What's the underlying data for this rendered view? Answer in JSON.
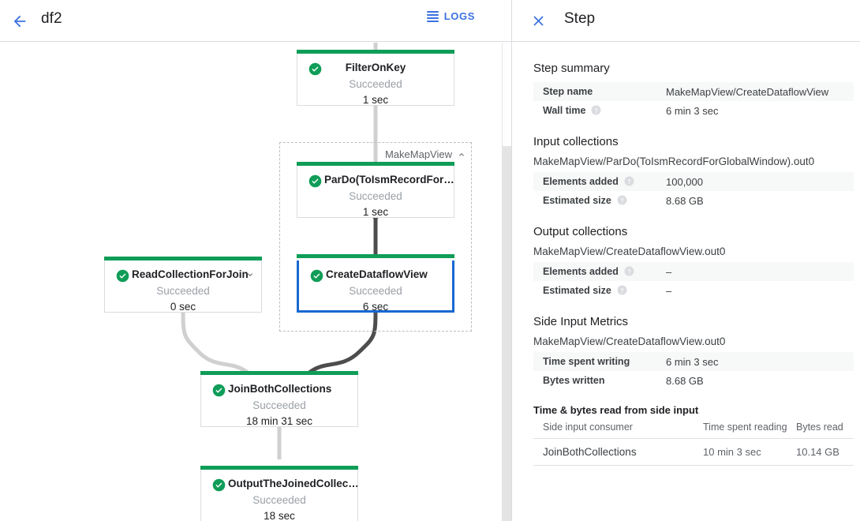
{
  "graph": {
    "header": {
      "back_icon": "arrow-left-icon",
      "job_title": "df2",
      "logs_label": "LOGS",
      "logs_icon": "logs-list-icon"
    },
    "composite": {
      "label": "MakeMapView",
      "chevron": "chevron-up-icon"
    },
    "nodes": [
      {
        "id": "filter-on-key",
        "title": "FilterOnKey",
        "status": "Succeeded",
        "duration": "1 sec",
        "status_icon": "check-circle-icon",
        "selected": false,
        "expandable": false
      },
      {
        "id": "pardo-toismrecordfor",
        "title": "ParDo(ToIsmRecordFor…",
        "status": "Succeeded",
        "duration": "1 sec",
        "status_icon": "check-circle-icon",
        "selected": false,
        "expandable": false
      },
      {
        "id": "create-dataflow-view",
        "title": "CreateDataflowView",
        "status": "Succeeded",
        "duration": "6 sec",
        "status_icon": "check-circle-icon",
        "selected": true,
        "expandable": false
      },
      {
        "id": "read-collection-for-join",
        "title": "ReadCollectionForJoin",
        "status": "Succeeded",
        "duration": "0 sec",
        "status_icon": "check-circle-icon",
        "selected": false,
        "expandable": true,
        "chevron": "chevron-down-icon"
      },
      {
        "id": "join-both-collections",
        "title": "JoinBothCollections",
        "status": "Succeeded",
        "duration": "18 min 31 sec",
        "status_icon": "check-circle-icon",
        "selected": false,
        "expandable": false
      },
      {
        "id": "output-the-joined-collec",
        "title": "OutputTheJoinedCollec…",
        "status": "Succeeded",
        "duration": "18 sec",
        "status_icon": "check-circle-icon",
        "selected": false,
        "expandable": false
      }
    ],
    "colors": {
      "success_bar": "#0f9d58",
      "selected_border": "#1967d2",
      "edge_light": "#d0d0d0",
      "edge_dark": "#4d4d4d"
    }
  },
  "details": {
    "header": {
      "close_icon": "close-icon",
      "title": "Step"
    },
    "step_summary": {
      "title": "Step summary",
      "rows": [
        {
          "key": "Step name",
          "value": "MakeMapView/CreateDataflowView",
          "help": false
        },
        {
          "key": "Wall time",
          "value": "6 min 3 sec",
          "help": true
        }
      ]
    },
    "input_collections": {
      "title": "Input collections",
      "name": "MakeMapView/ParDo(ToIsmRecordForGlobalWindow).out0",
      "rows": [
        {
          "key": "Elements added",
          "value": "100,000",
          "help": true
        },
        {
          "key": "Estimated size",
          "value": "8.68 GB",
          "help": true
        }
      ]
    },
    "output_collections": {
      "title": "Output collections",
      "name": "MakeMapView/CreateDataflowView.out0",
      "rows": [
        {
          "key": "Elements added",
          "value": "–",
          "help": true
        },
        {
          "key": "Estimated size",
          "value": "–",
          "help": true
        }
      ]
    },
    "side_input_metrics": {
      "title": "Side Input Metrics",
      "name": "MakeMapView/CreateDataflowView.out0",
      "rows": [
        {
          "key": "Time spent writing",
          "value": "6 min 3 sec",
          "help": false
        },
        {
          "key": "Bytes written",
          "value": "8.68 GB",
          "help": false
        }
      ],
      "subsection_title": "Time & bytes read from side input",
      "columns": [
        "Side input consumer",
        "Time spent reading",
        "Bytes read"
      ],
      "table_rows": [
        {
          "consumer": "JoinBothCollections",
          "time": "10 min 3 sec",
          "bytes": "10.14 GB"
        }
      ]
    }
  }
}
